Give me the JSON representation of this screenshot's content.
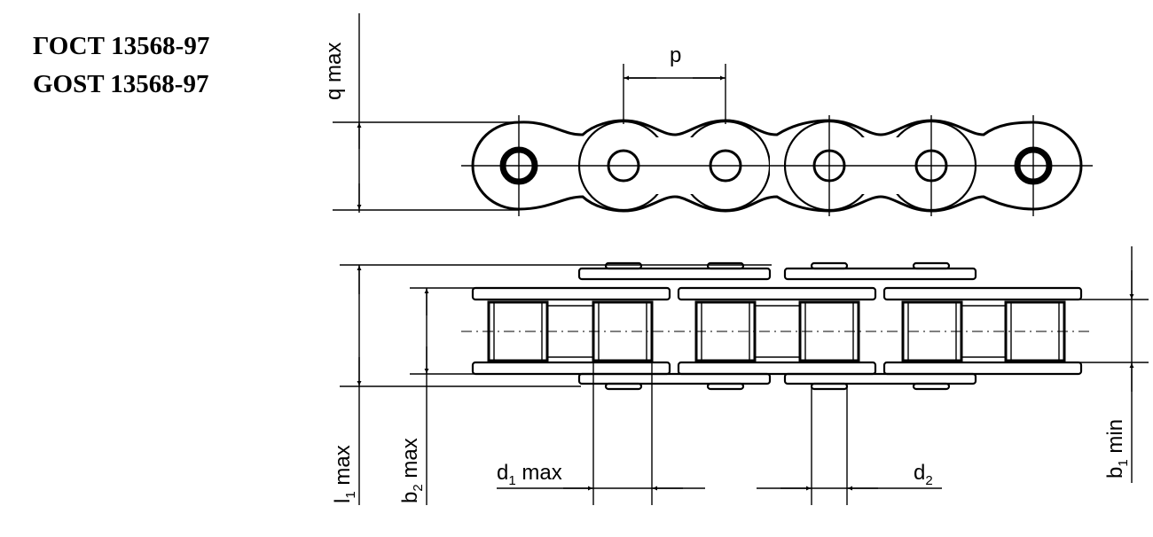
{
  "title": {
    "ru": "ГОСТ 13568-97",
    "en": "GOST 13568-97"
  },
  "labels": {
    "q": "q",
    "q_suffix": "max",
    "p": "p",
    "l1_main": "l",
    "l1_sub": "1",
    "l1_suffix": "max",
    "b2_main": "b",
    "b2_sub": "2",
    "b2_suffix": "max",
    "d1_main": "d",
    "d1_sub": "1",
    "d1_suffix": "max",
    "d2_main": "d",
    "d2_sub": "2",
    "b1_main": "b",
    "b1_sub": "1",
    "b1_suffix": "min"
  }
}
